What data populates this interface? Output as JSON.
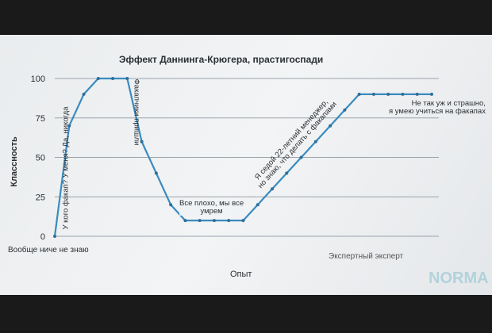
{
  "chart_data": {
    "type": "line",
    "title": "Эффект Даннинга-Крюгера, прастигоспади",
    "xlabel": "Опыт",
    "ylabel": "Классность",
    "ylim": [
      0,
      100
    ],
    "yticks": [
      "0",
      "25",
      "50",
      "75",
      "100"
    ],
    "grid": true,
    "series": [
      {
        "name": "Классность",
        "color": "#3a8bbf",
        "values": [
          0,
          70,
          90,
          100,
          100,
          100,
          60,
          40,
          20,
          10,
          10,
          10,
          10,
          10,
          20,
          30,
          40,
          50,
          60,
          70,
          80,
          90,
          90,
          90,
          90,
          90,
          90
        ]
      }
    ],
    "annotations": {
      "start": "Вообще ниче не знаю",
      "rise": "У кого факап? У меня? Да, никогда",
      "fall": "Факапчики пришли",
      "bottom_1": "Все плохо, мы все",
      "bottom_2": "умрем",
      "climb_1": "Я седой 22-летний менеджер,",
      "climb_2": "но знаю, что делать с факапами",
      "plateau_1": "Не так уж и страшно,",
      "plateau_2": "я умею учиться на факапах",
      "expert": "Экспертный эксперт"
    }
  },
  "watermark": "NORMA"
}
